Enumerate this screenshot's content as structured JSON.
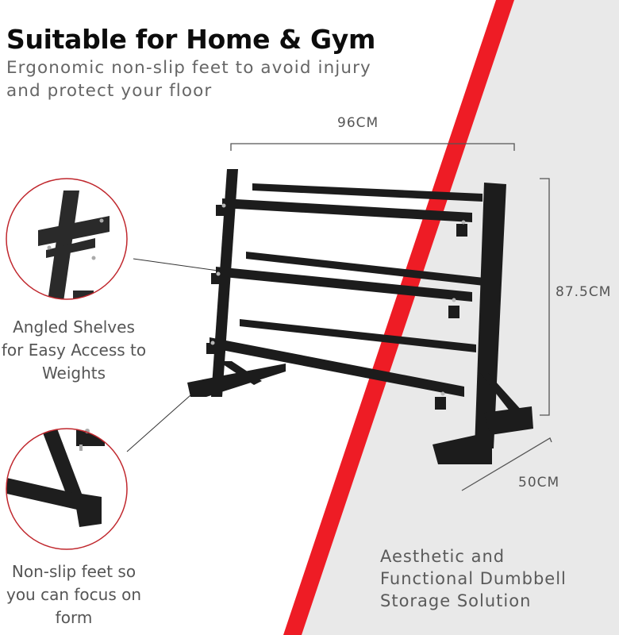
{
  "header": {
    "title": "Suitable for Home & Gym",
    "subtitle": "Ergonomic non-slip feet to avoid injury and protect your floor"
  },
  "callouts": [
    {
      "label": "Angled Shelves for Easy Access to Weights",
      "detail": "angled-shelf-bracket-closeup"
    },
    {
      "label": "Non-slip feet so you can focus on form",
      "detail": "non-slip-foot-closeup"
    }
  ],
  "dimensions": {
    "width": "96CM",
    "height": "87.5CM",
    "depth": "50CM"
  },
  "tagline": "Aesthetic and Functional Dumbbell Storage Solution",
  "product": "3-tier angled dumbbell rack",
  "colors": {
    "accent_red": "#ee1c25",
    "panel_gray": "#e9e9e9",
    "rack_black": "#1c1c1c",
    "circle_border": "#c0272d"
  }
}
